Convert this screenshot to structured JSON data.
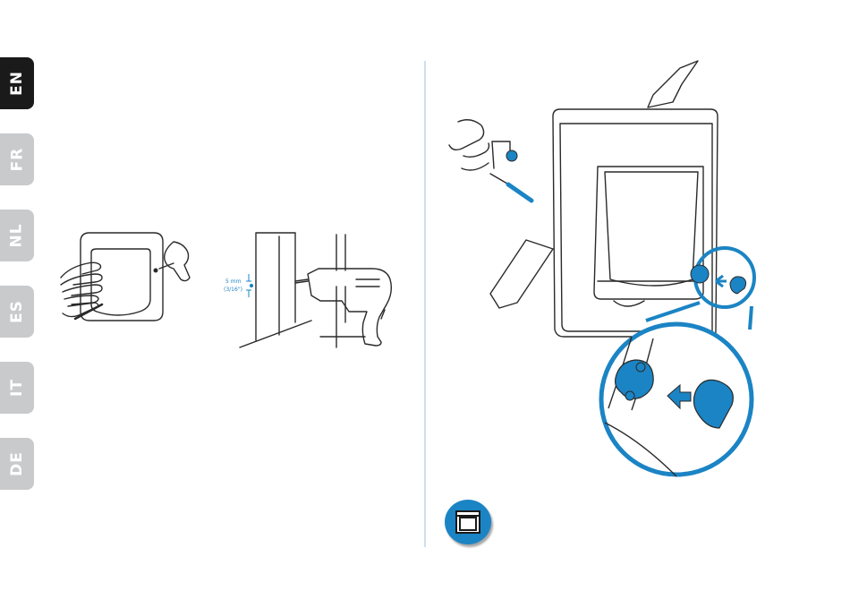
{
  "language_tabs": [
    {
      "code": "EN",
      "active": true
    },
    {
      "code": "FR",
      "active": false
    },
    {
      "code": "NL",
      "active": false
    },
    {
      "code": "ES",
      "active": false
    },
    {
      "code": "IT",
      "active": false
    },
    {
      "code": "DE",
      "active": false
    }
  ],
  "drill_bit": {
    "size_metric": "5 mm",
    "size_imperial": "(3/16\")"
  },
  "colors": {
    "accent": "#1b84c4",
    "active_tab": "#1a1a1a",
    "inactive_tab": "#c8cacc",
    "line_art": "#2a2a2a"
  },
  "icons": {
    "step_badge": "window-frame-icon"
  }
}
